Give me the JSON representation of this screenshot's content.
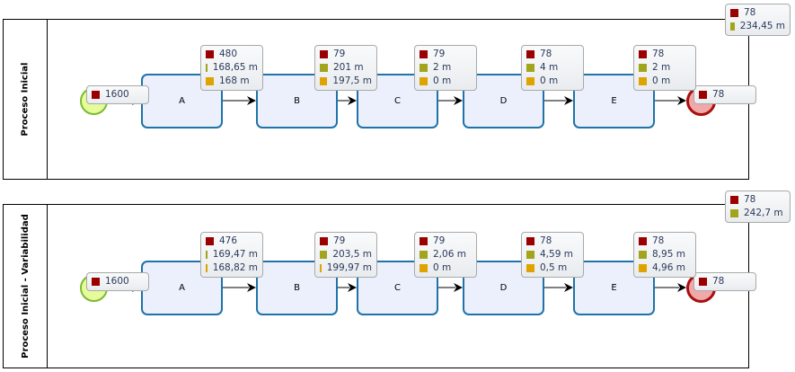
{
  "colors": {
    "count": "#9b0000",
    "time_a": "#a2a41c",
    "time_b": "#dea300"
  },
  "pools": [
    {
      "label": "Proceso Inicial",
      "start": {
        "count": "1600"
      },
      "end": {
        "count": "78"
      },
      "pool_stats": {
        "count": "78",
        "time": "234,45 m"
      },
      "tasks": [
        {
          "name": "A",
          "count": "480",
          "time_a": "168,65 m",
          "time_b": "168 m"
        },
        {
          "name": "B",
          "count": "79",
          "time_a": "201 m",
          "time_b": "197,5 m"
        },
        {
          "name": "C",
          "count": "79",
          "time_a": "2 m",
          "time_b": "0 m"
        },
        {
          "name": "D",
          "count": "78",
          "time_a": "4 m",
          "time_b": "0 m"
        },
        {
          "name": "E",
          "count": "78",
          "time_a": "2 m",
          "time_b": "0 m"
        }
      ]
    },
    {
      "label": "Proceso Inicial   - Variabilidad",
      "start": {
        "count": "1600"
      },
      "end": {
        "count": "78"
      },
      "pool_stats": {
        "count": "78",
        "time": "242,7 m"
      },
      "tasks": [
        {
          "name": "A",
          "count": "476",
          "time_a": "169,47 m",
          "time_b": "168,82 m"
        },
        {
          "name": "B",
          "count": "79",
          "time_a": "203,5 m",
          "time_b": "199,97 m"
        },
        {
          "name": "C",
          "count": "79",
          "time_a": "2,06 m",
          "time_b": "0 m"
        },
        {
          "name": "D",
          "count": "78",
          "time_a": "4,59 m",
          "time_b": "0,5 m"
        },
        {
          "name": "E",
          "count": "78",
          "time_a": "8,95 m",
          "time_b": "4,96 m"
        }
      ]
    }
  ]
}
